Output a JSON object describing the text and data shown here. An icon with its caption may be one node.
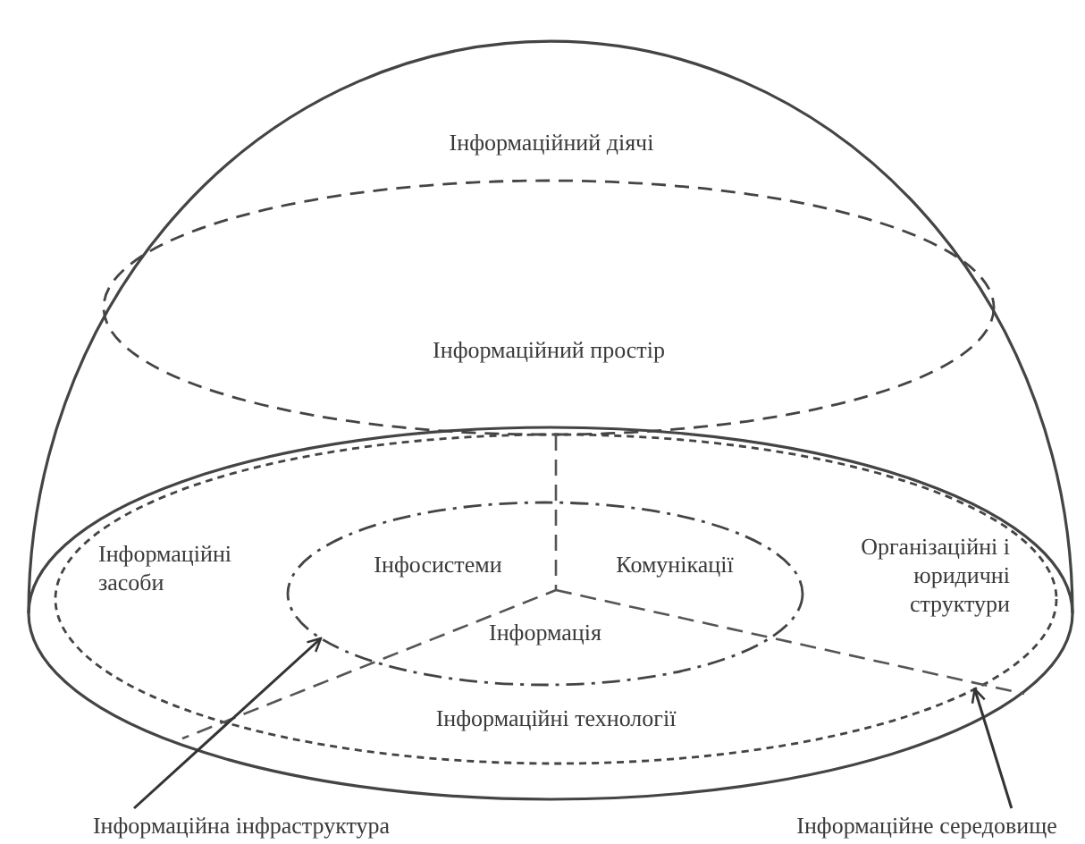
{
  "diagram": {
    "nodes": [
      {
        "text": [
          "Інформаційний діячі"
        ]
      },
      {
        "text": [
          "Інформаційний простір"
        ],
        "in": 0
      },
      {
        "text": [
          "Інформаційні технології"
        ],
        "in": 0
      },
      {
        "text": [
          "Інформація"
        ],
        "in": 2
      },
      {
        "text": [
          "Інформаційна інфраструктура"
        ]
      },
      {
        "text": [
          "Інформаційне середовище"
        ]
      }
    ],
    "edges": [
      {
        "from": 4,
        "to": 3,
        "arrow": "to"
      },
      {
        "from": 5,
        "to": 2,
        "arrow": "to"
      }
    ],
    "labels": [
      "Інформаційні засоби",
      "Інфосистеми",
      "Комунікації",
      "Організаційні і юридичні структури"
    ]
  }
}
